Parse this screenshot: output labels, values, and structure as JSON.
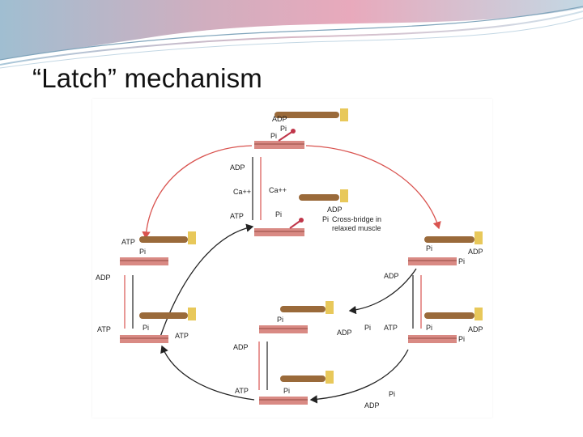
{
  "slide": {
    "title": "“Latch” mechanism"
  },
  "diagram": {
    "labels": {
      "adp": "ADP",
      "atp": "ATP",
      "pi": "Pi",
      "ca": "Ca++",
      "caption_line1": "Cross-bridge in",
      "caption_line2": "relaxed muscle"
    },
    "colors": {
      "red_arrow": "#d9534f",
      "black_arrow": "#222222",
      "filament": "#d98a84",
      "head": "#c0364a",
      "myosin": "#9a6a3a",
      "anchor": "#e8c85a"
    }
  }
}
